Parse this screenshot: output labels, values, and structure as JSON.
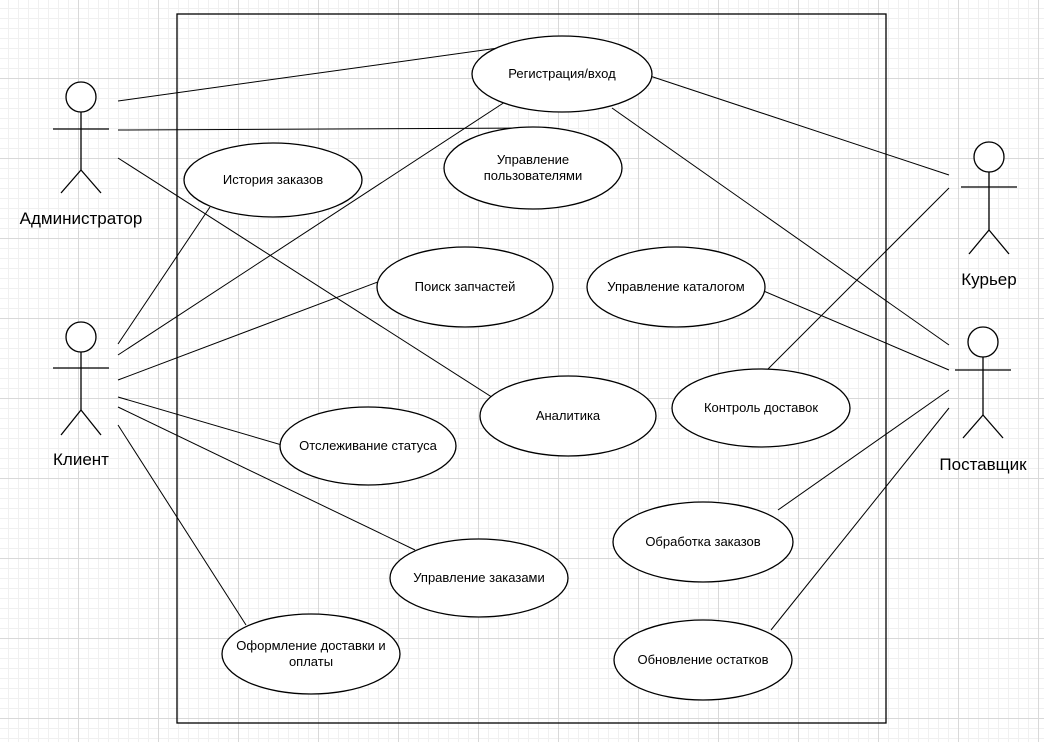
{
  "colors": {
    "line": "#000000",
    "fill": "#ffffff",
    "grid": "#d9d9d9"
  },
  "actors": {
    "admin": {
      "label": "Администратор"
    },
    "client": {
      "label": "Клиент"
    },
    "courier": {
      "label": "Курьер"
    },
    "supplier": {
      "label": "Поставщик"
    }
  },
  "use_cases": {
    "registration": {
      "label": "Регистрация/вход"
    },
    "user_management": {
      "line1": "Управление",
      "line2": "пользователями"
    },
    "order_history": {
      "label": "История заказов"
    },
    "parts_search": {
      "label": "Поиск запчастей"
    },
    "catalog": {
      "label": "Управление каталогом"
    },
    "analytics": {
      "label": "Аналитика"
    },
    "delivery_control": {
      "label": "Контроль доставок"
    },
    "status_tracking": {
      "label": "Отслеживание статуса"
    },
    "order_processing": {
      "label": "Обработка заказов"
    },
    "order_management": {
      "label": "Управление заказами"
    },
    "checkout": {
      "line1": "Оформление доставки и",
      "line2": "оплаты"
    },
    "stock_update": {
      "label": "Обновление остатков"
    }
  }
}
